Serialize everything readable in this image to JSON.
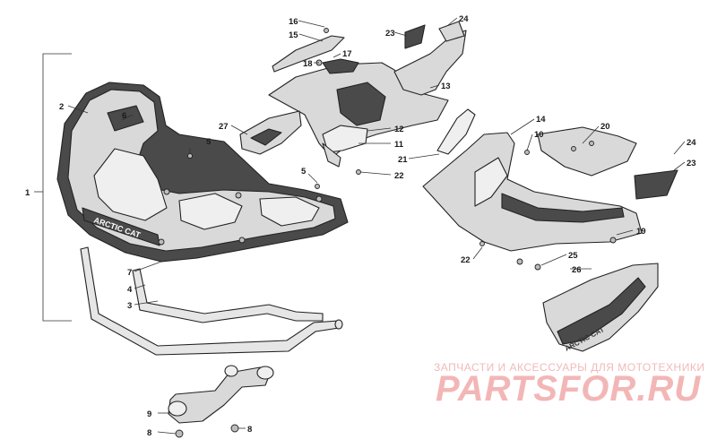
{
  "diagram": {
    "brand_label_front": "ARCTIC CAT",
    "brand_label_side": "ARCTIC CAT",
    "callouts": [
      {
        "id": "c1",
        "text": "1"
      },
      {
        "id": "c2",
        "text": "2"
      },
      {
        "id": "c3",
        "text": "3"
      },
      {
        "id": "c4",
        "text": "4"
      },
      {
        "id": "c5a",
        "text": "5"
      },
      {
        "id": "c5b",
        "text": "5"
      },
      {
        "id": "c6",
        "text": "6"
      },
      {
        "id": "c7",
        "text": "7"
      },
      {
        "id": "c8a",
        "text": "8"
      },
      {
        "id": "c8b",
        "text": "8"
      },
      {
        "id": "c9",
        "text": "9"
      },
      {
        "id": "c10",
        "text": "10"
      },
      {
        "id": "c11",
        "text": "11"
      },
      {
        "id": "c12",
        "text": "12"
      },
      {
        "id": "c13",
        "text": "13"
      },
      {
        "id": "c14",
        "text": "14"
      },
      {
        "id": "c15",
        "text": "15"
      },
      {
        "id": "c16",
        "text": "16"
      },
      {
        "id": "c17",
        "text": "17"
      },
      {
        "id": "c18",
        "text": "18"
      },
      {
        "id": "c19",
        "text": "19"
      },
      {
        "id": "c20",
        "text": "20"
      },
      {
        "id": "c21",
        "text": "21"
      },
      {
        "id": "c22a",
        "text": "22"
      },
      {
        "id": "c22b",
        "text": "22"
      },
      {
        "id": "c23a",
        "text": "23"
      },
      {
        "id": "c23b",
        "text": "23"
      },
      {
        "id": "c24a",
        "text": "24"
      },
      {
        "id": "c24b",
        "text": "24"
      },
      {
        "id": "c25",
        "text": "25"
      },
      {
        "id": "c26",
        "text": "26"
      },
      {
        "id": "c27",
        "text": "27"
      }
    ]
  },
  "watermark": {
    "subtitle": "ЗАПЧАСТИ И АКСЕССУАРЫ ДЛЯ МОТОТЕХНИКИ",
    "brand": "PARTSFOR.RU",
    "color": "#f3b6b6"
  }
}
